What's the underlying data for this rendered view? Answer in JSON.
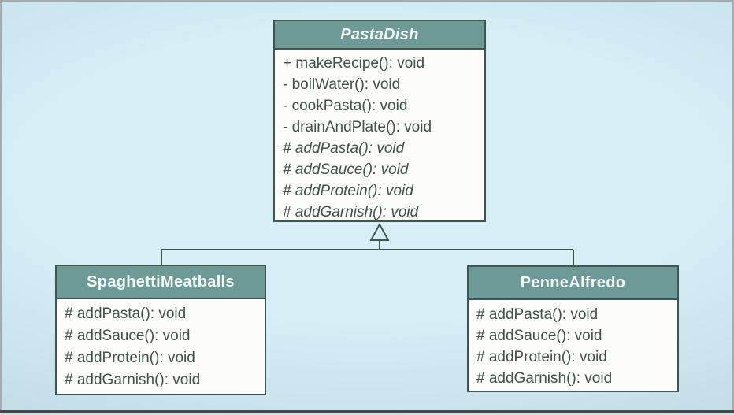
{
  "diagram_type": "uml-class-diagram",
  "classes": {
    "pastaDish": {
      "title": "PastaDish",
      "abstract": true,
      "methods": [
        "+ makeRecipe(): void",
        "- boilWater(): void",
        "- cookPasta(): void",
        "- drainAndPlate(): void",
        "# addPasta(): void",
        "# addSauce(): void",
        "# addProtein(): void",
        "# addGarnish(): void"
      ]
    },
    "spaghettiMeatballs": {
      "title": "SpaghettiMeatballs",
      "abstract": false,
      "methods": [
        "# addPasta(): void",
        "# addSauce(): void",
        "# addProtein(): void",
        "# addGarnish(): void"
      ]
    },
    "penneAlfredo": {
      "title": "PenneAlfredo",
      "abstract": false,
      "methods": [
        "# addPasta(): void",
        "# addSauce(): void",
        "# addProtein(): void",
        "# addGarnish(): void"
      ]
    }
  },
  "relationships": [
    {
      "type": "generalization",
      "from": "SpaghettiMeatballs",
      "to": "PastaDish"
    },
    {
      "type": "generalization",
      "from": "PenneAlfredo",
      "to": "PastaDish"
    }
  ],
  "colors": {
    "header_teal": "#6d9a96",
    "box_border": "#3d564f",
    "box_body": "#fcfcfa",
    "text_dark": "#3f5149",
    "title_text": "#f5f8f6",
    "background_center": "#d6eef6",
    "background_edge": "#b7d3de",
    "connector": "#3d564f",
    "frame_border": "#a7abad",
    "bottom_line": "#45494c"
  }
}
